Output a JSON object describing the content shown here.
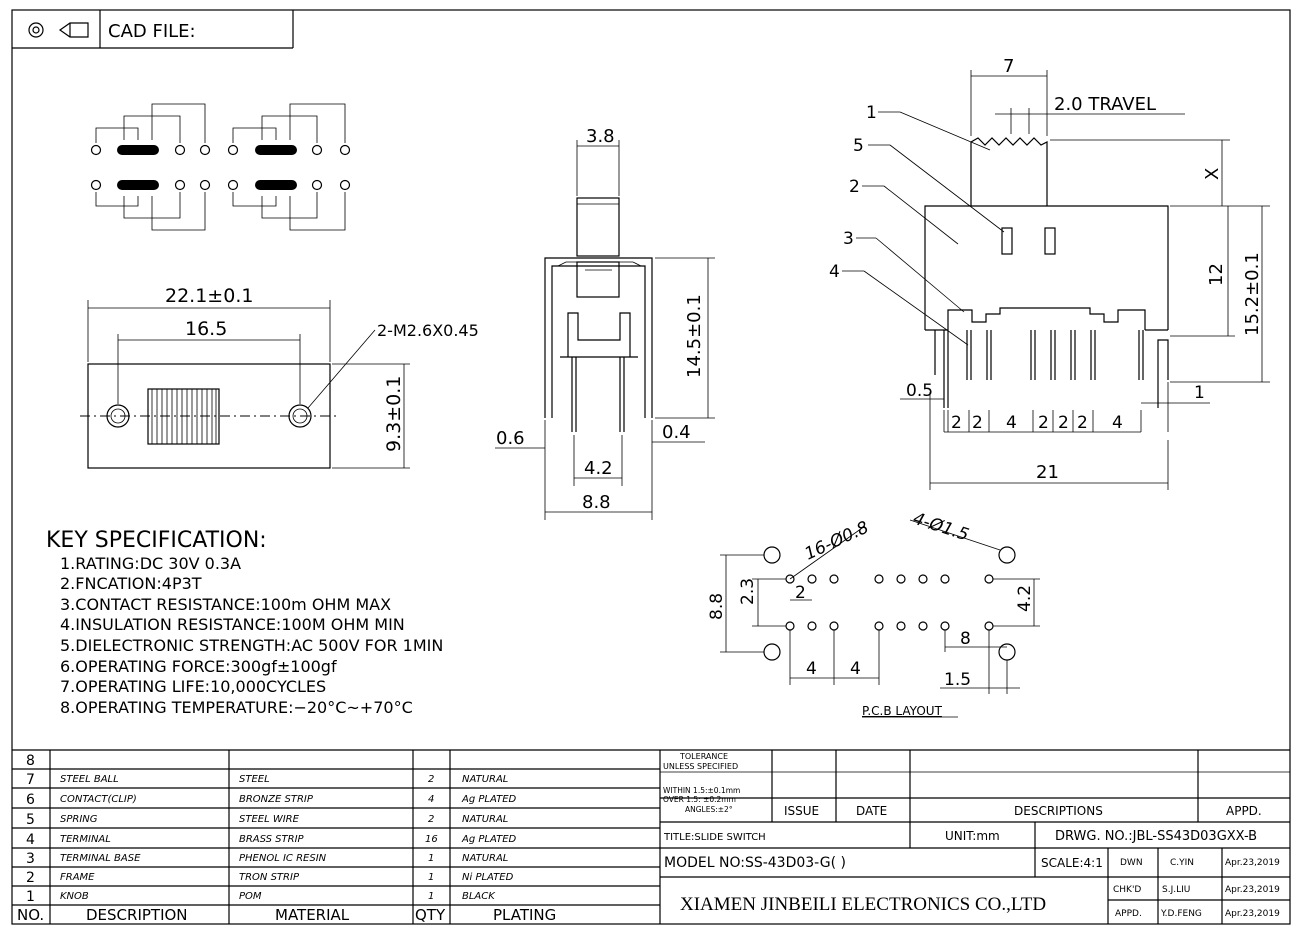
{
  "header": {
    "cad_label": "CAD FILE:",
    "projection_symbol": "first-angle-projection-icon"
  },
  "dims": {
    "d3_8": "3.8",
    "d14_5": "14.5±0.1",
    "d0_6": "0.6",
    "d0_4": "0.4",
    "d4_2": "4.2",
    "d8_8": "8.8",
    "d22_1": "22.1±0.1",
    "d16_5": "16.5",
    "hole": "2-M2.6X0.45",
    "d9_3": "9.3±0.1",
    "d7": "7",
    "travel": "2.0 TRAVEL",
    "x": "X",
    "d12": "12",
    "d15_2": "15.2±0.1",
    "d0_5": "0.5",
    "d1": "1",
    "d21": "21",
    "pitch": [
      "2",
      "2",
      "4",
      "2",
      "2",
      "2",
      "4"
    ],
    "callouts": [
      "1",
      "5",
      "2",
      "3",
      "4"
    ],
    "pcb_holes_a": "16-Ø0.8",
    "pcb_holes_b": "4-Ø1.5",
    "p8_8": "8.8",
    "p2_3": "2.3",
    "p2": "2",
    "p4_2": "4.2",
    "p8": "8",
    "p1_5": "1.5",
    "p4a": "4",
    "p4b": "4",
    "pcb_title": "P.C.B LAYOUT"
  },
  "spec": {
    "title": "KEY SPECIFICATION:",
    "items": [
      "1.RATING:DC 30V 0.3A",
      "2.FNCATION:4P3T",
      "3.CONTACT RESISTANCE:100m OHM MAX",
      "4.INSULATION RESISTANCE:100M OHM MIN",
      "5.DIELECTRONIC STRENGTH:AC 500V FOR 1MIN",
      "6.OPERATING FORCE:300gf±100gf",
      "7.OPERATING LIFE:10,000CYCLES",
      "8.OPERATING TEMPERATURE:−20°C~+70°C"
    ]
  },
  "bom": {
    "headers": {
      "no": "NO.",
      "desc": "DESCRIPTION",
      "mat": "MATERIAL",
      "qty": "QTY",
      "plating": "PLATING"
    },
    "rows": [
      {
        "no": "8",
        "desc": "",
        "mat": "",
        "qty": "",
        "plating": ""
      },
      {
        "no": "7",
        "desc": "STEEL BALL",
        "mat": "STEEL",
        "qty": "2",
        "plating": "NATURAL"
      },
      {
        "no": "6",
        "desc": "CONTACT(CLIP)",
        "mat": "BRONZE STRIP",
        "qty": "4",
        "plating": "Ag PLATED"
      },
      {
        "no": "5",
        "desc": "SPRING",
        "mat": "STEEL WIRE",
        "qty": "2",
        "plating": "NATURAL"
      },
      {
        "no": "4",
        "desc": "TERMINAL",
        "mat": "BRASS STRIP",
        "qty": "16",
        "plating": "Ag PLATED"
      },
      {
        "no": "3",
        "desc": "TERMINAL BASE",
        "mat": "PHENOL IC RESIN",
        "qty": "1",
        "plating": "NATURAL"
      },
      {
        "no": "2",
        "desc": "FRAME",
        "mat": "TRON STRIP",
        "qty": "1",
        "plating": "Ni PLATED"
      },
      {
        "no": "1",
        "desc": "KNOB",
        "mat": "POM",
        "qty": "1",
        "plating": "BLACK"
      }
    ]
  },
  "title_block": {
    "tolerance": [
      "TOLERANCE",
      "UNLESS SPECIFIED"
    ],
    "within": [
      "WITHIN 1.5:±0.1mm",
      "OVER 1.5: ±0.2mm",
      "ANGLES:±2°"
    ],
    "issue": "ISSUE",
    "date": "DATE",
    "descriptions": "DESCRIPTIONS",
    "appd": "APPD.",
    "title": "TITLE:SLIDE SWITCH",
    "unit": "UNIT:mm",
    "drwg": "DRWG. NO.:JBL-SS43D03GXX-B",
    "model": "MODEL NO:SS-43D03-G( )",
    "scale": "SCALE:4:1",
    "dwn": "DWN",
    "dwn_name": "C.YIN",
    "dwn_date": "Apr.23,2019",
    "chkd": "CHK'D",
    "chkd_name": "S.J.LIU",
    "chkd_date": "Apr.23,2019",
    "appd2": "APPD.",
    "appd_name": "Y.D.FENG",
    "appd_date": "Apr.23,2019",
    "company": "XIAMEN JINBEILI ELECTRONICS CO.,LTD"
  }
}
